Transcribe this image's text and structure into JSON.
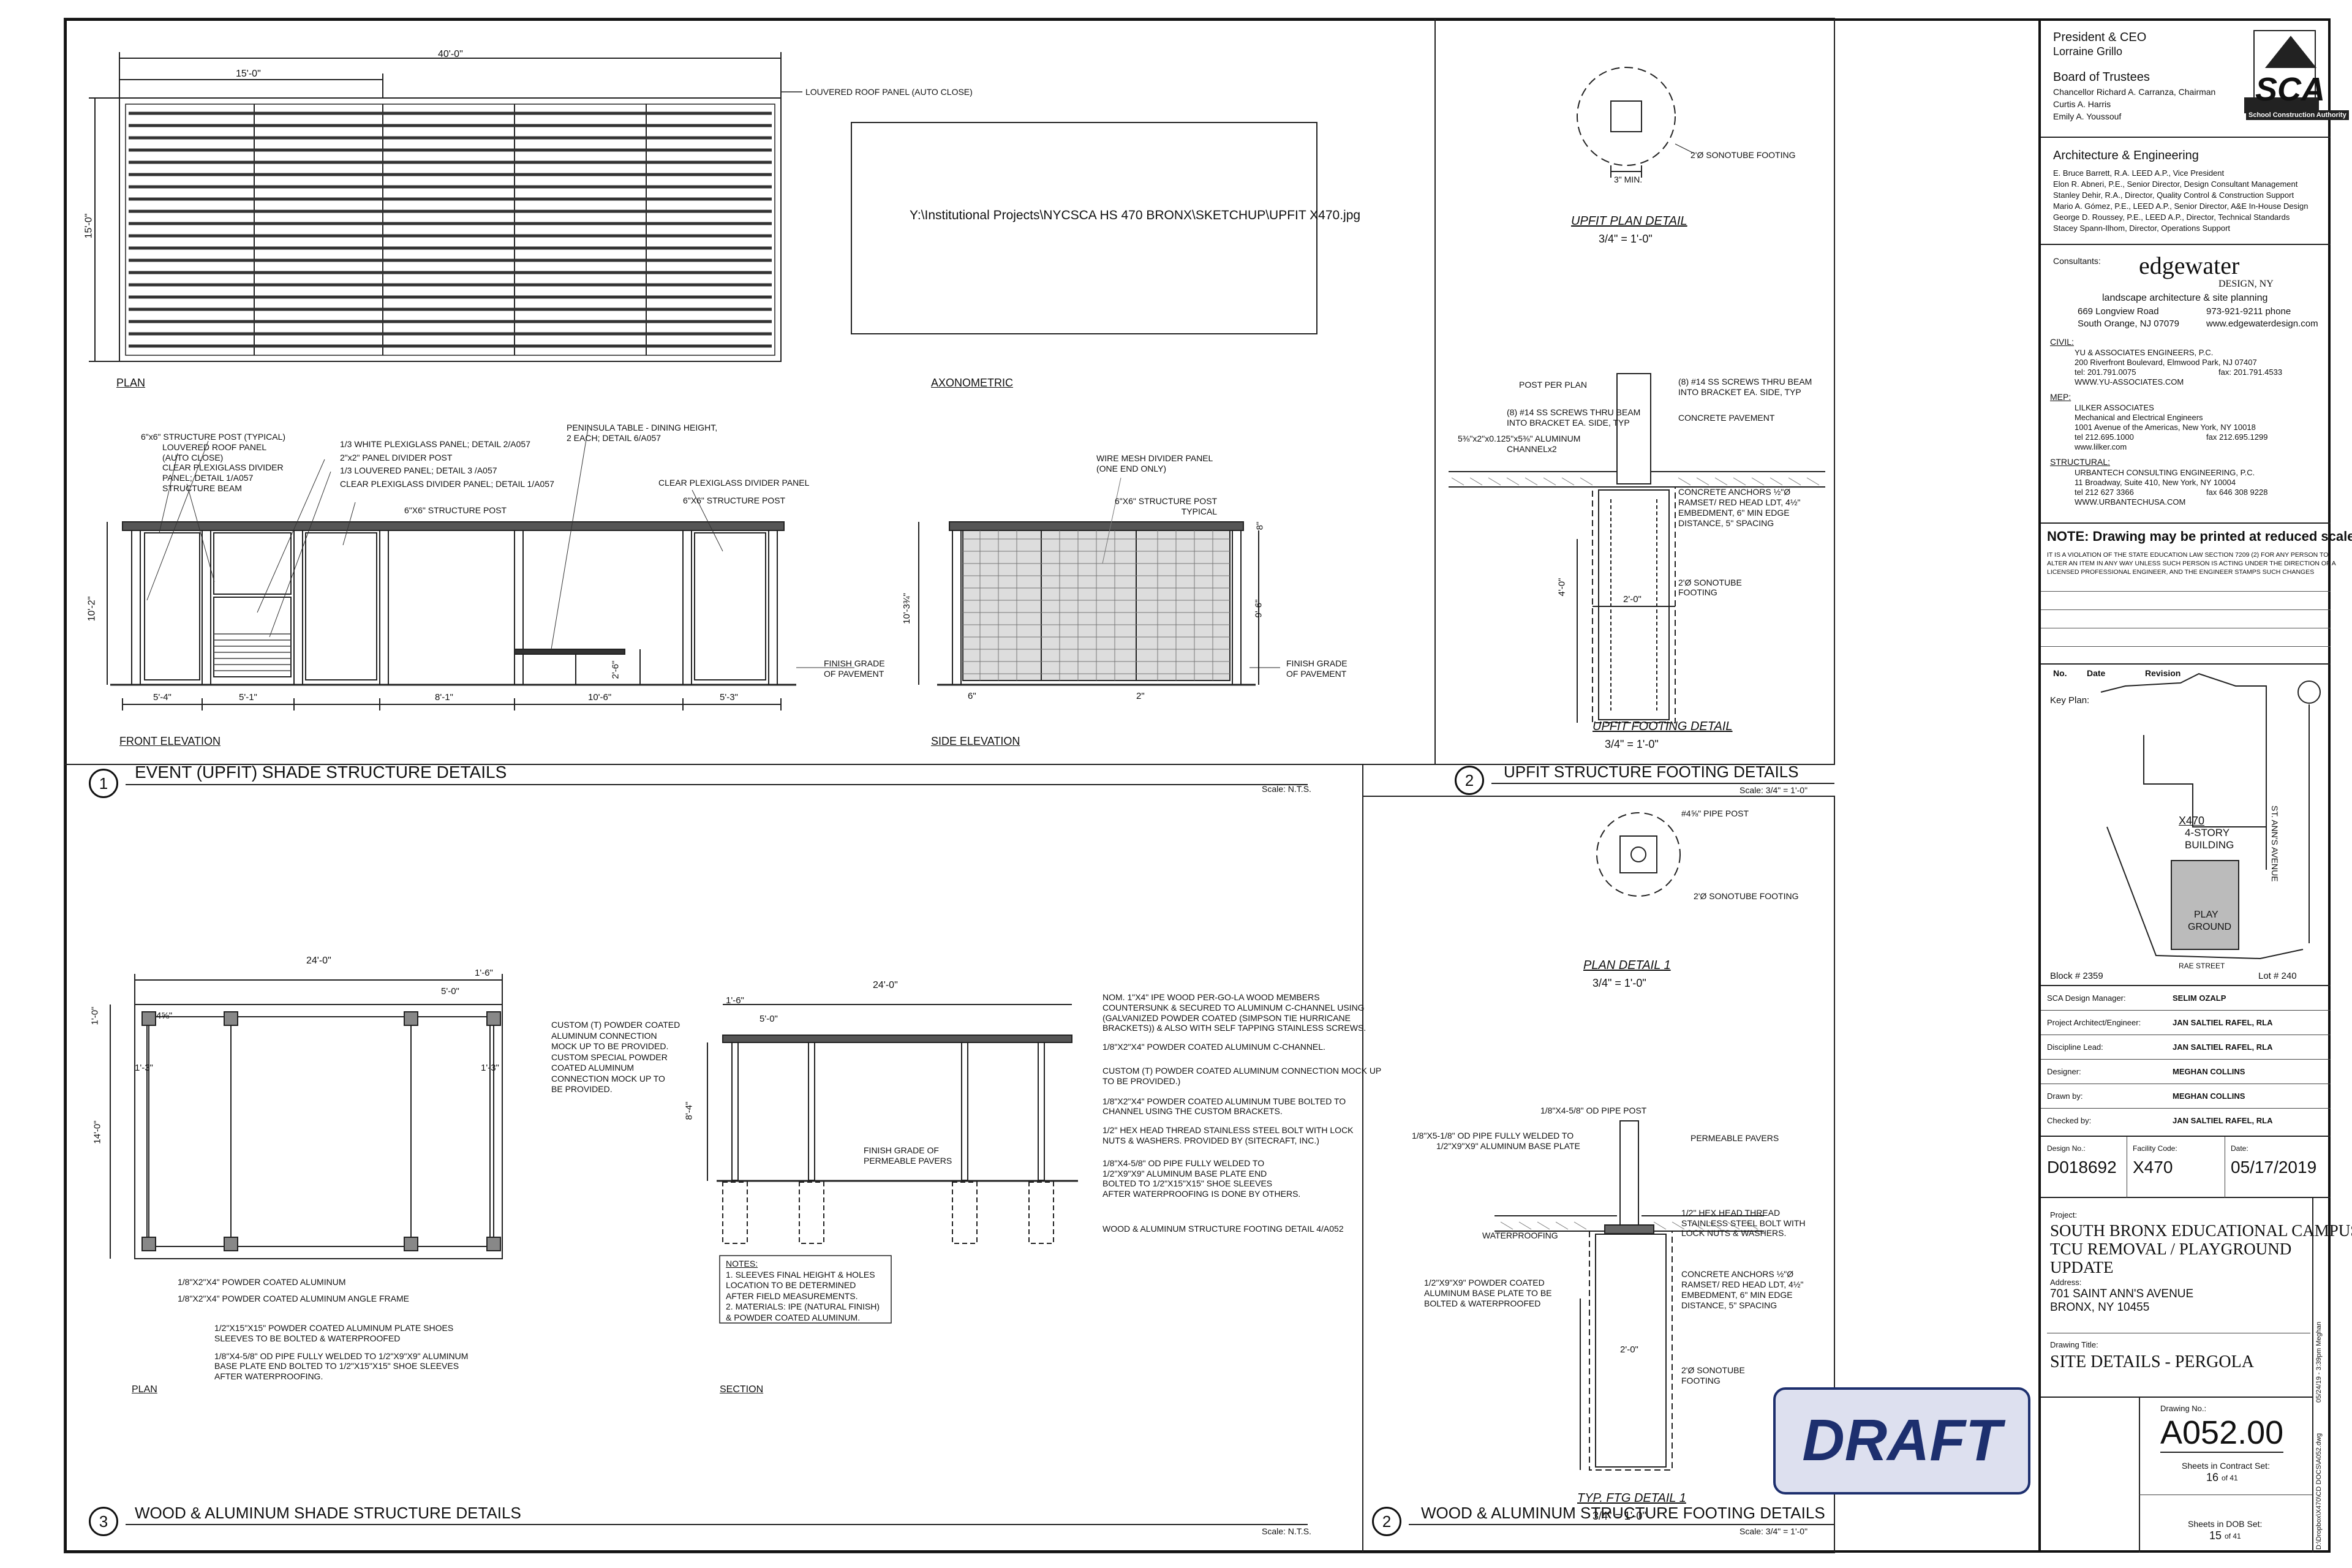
{
  "panels": {
    "p1": {
      "number": "1",
      "title": "EVENT (UPFIT) SHADE STRUCTURE DETAILS",
      "scale": "Scale: N.T.S.",
      "plan_caption": "PLAN",
      "axo_caption": "AXONOMETRIC",
      "axo_path": "Y:\\Institutional Projects\\NYCSCA HS 470 BRONX\\SKETCHUP\\UPFIT X470.jpg",
      "front_caption": "FRONT ELEVATION",
      "side_caption": "SIDE ELEVATION",
      "dims": {
        "overall": "40'-0\"",
        "bay": "15'-0\"",
        "depth": "15'-0\"",
        "height": "10'-2\"",
        "h2": "2'-6\"",
        "f1": "5'-4\"",
        "f2": "5'-1\"",
        "f3": "8'-1\"",
        "f4": "10'-6\"",
        "f5": "5'-3\"",
        "side_h": "10'-3¾\"",
        "side_h2": "9'-6\"",
        "side_t": "8\"",
        "s1": "6\"",
        "s2": "2\""
      },
      "notes_plan": [
        "LOUVERED ROOF PANEL (AUTO CLOSE)"
      ],
      "notes_front": [
        "6\"x6\" STRUCTURE POST (TYPICAL)",
        "LOUVERED ROOF PANEL",
        "(AUTO CLOSE)",
        "CLEAR PLEXIGLASS DIVIDER",
        "PANEL; DETAIL 1/A057",
        "STRUCTURE BEAM"
      ],
      "notes_front2": [
        "1/3 WHITE PLEXIGLASS PANEL; DETAIL 2/A057",
        "2\"x2\" PANEL DIVIDER POST",
        "1/3 LOUVERED PANEL; DETAIL 3 /A057",
        "CLEAR PLEXIGLASS DIVIDER PANEL; DETAIL 1/A057"
      ],
      "note_post": "6\"X6\" STRUCTURE POST",
      "notes_table": [
        "PENINSULA TABLE - DINING HEIGHT,",
        "2 EACH; DETAIL 6/A057"
      ],
      "notes_right": [
        "CLEAR PLEXIGLASS DIVIDER PANEL",
        "6\"X6\" STRUCTURE POST"
      ],
      "finish": [
        "FINISH GRADE",
        "OF PAVEMENT"
      ],
      "notes_side": [
        "WIRE MESH DIVIDER PANEL",
        "(ONE END ONLY)"
      ],
      "note_side_post": [
        "6\"X6\" STRUCTURE POST",
        "TYPICAL"
      ]
    },
    "p2": {
      "number": "2",
      "title": "UPFIT STRUCTURE FOOTING DETAILS",
      "scale": "Scale: 3/4\" = 1'-0\"",
      "plan_caption": "UPFIT PLAN DETAIL",
      "plan_scale": "3/4\" = 1'-0\"",
      "plan_note": "2'Ø SONOTUBE FOOTING",
      "plan_dim": "3\" MIN.",
      "footing_caption": "UPFIT FOOTING DETAIL",
      "footing_scale": "3/4\" = 1'-0\"",
      "notes_left": [
        "POST PER PLAN",
        "(8) #14 SS SCREWS THRU BEAM",
        "INTO BRACKET EA. SIDE, TYP",
        "5⅜\"x2\"x0.125\"x5⅜\" ALUMINUM",
        "CHANNELx2"
      ],
      "notes_right": [
        "(8) #14 SS SCREWS THRU BEAM",
        "INTO BRACKET EA. SIDE, TYP",
        "CONCRETE PAVEMENT",
        "CONCRETE ANCHORS ½\"Ø",
        "RAMSET/ RED HEAD LDT, 4½\"",
        "EMBEDMENT, 6\" MIN EDGE",
        "DISTANCE, 5\" SPACING",
        "2'Ø SONOTUBE",
        "FOOTING"
      ],
      "dims": {
        "depth": "4'-0\"",
        "width": "2'-0\""
      }
    },
    "p3": {
      "number": "3",
      "title": "WOOD & ALUMINUM SHADE STRUCTURE DETAILS",
      "scale": "Scale: N.T.S.",
      "plan_caption": "PLAN",
      "section_caption": "SECTION",
      "dims": {
        "w": "24'-0\"",
        "a": "1'-6\"",
        "b": "5'-0\"",
        "c": "1'-0\"",
        "d": "1'-3\"",
        "e": "14'-0\"",
        "f": "8'-4\"",
        "g": "4⅝\""
      },
      "notes_plan_right": [
        "CUSTOM (T) POWDER COATED",
        "ALUMINUM CONNECTION",
        "MOCK UP TO BE PROVIDED.",
        "CUSTOM SPECIAL POWDER",
        "COATED ALUMINUM",
        "CONNECTION MOCK UP TO",
        "BE PROVIDED."
      ],
      "notes_plan_bottom": [
        "1/8\"X2\"X4\" POWDER COATED ALUMINUM",
        "1/8\"X2\"X4\" POWDER COATED ALUMINUM ANGLE FRAME"
      ],
      "notes_plan_bottom2": [
        "1/2\"X15\"X15\" POWDER COATED ALUMINUM PLATE SHOES",
        "SLEEVES TO BE BOLTED & WATERPROOFED",
        "1/8\"X4-5/8\" OD PIPE FULLY WELDED TO 1/2\"X9\"X9\" ALUMINUM",
        "BASE PLATE END BOLTED TO 1/2\"X15\"X15\" SHOE SLEEVES",
        "AFTER WATERPROOFING."
      ],
      "notes_section": [
        "NOM. 1\"X4\" IPE WOOD PER-GO-LA WOOD MEMBERS",
        "COUNTERSUNK & SECURED TO ALUMINUM C-CHANNEL USING",
        "(GALVANIZED POWDER COATED (SIMPSON TIE  HURRICANE",
        "BRACKETS)) & ALSO WITH SELF TAPPING STAINLESS SCREWS.",
        "1/8\"X2\"X4\" POWDER COATED ALUMINUM C-CHANNEL.",
        "CUSTOM (T) POWDER COATED ALUMINUM CONNECTION MOCK UP",
        "TO BE PROVIDED.)",
        "1/8\"X2\"X4\" POWDER COATED ALUMINUM TUBE BOLTED  TO",
        "CHANNEL USING THE CUSTOM BRACKETS.",
        "1/2\" HEX HEAD THREAD STAINLESS STEEL BOLT WITH LOCK",
        "NUTS & WASHERS. PROVIDED BY (SITECRAFT, INC.)",
        "1/8\"X4-5/8\" OD PIPE FULLY WELDED TO",
        "1/2\"X9\"X9\" ALUMINUM BASE PLATE END",
        "BOLTED TO 1/2\"X15\"X15\" SHOE SLEEVES",
        "AFTER WATERPROOFING IS DONE BY OTHERS.",
        "WOOD & ALUMINUM STRUCTURE FOOTING DETAIL 4/A052"
      ],
      "finish": [
        "FINISH GRADE OF",
        "PERMEABLE PAVERS"
      ],
      "notes_box": [
        "NOTES:",
        "1.  SLEEVES FINAL HEIGHT & HOLES",
        "     LOCATION TO BE DETERMINED",
        "     AFTER FIELD MEASUREMENTS.",
        "2.  MATERIALS: IPE (NATURAL FINISH)",
        "     & POWDER COATED ALUMINUM."
      ]
    },
    "p4": {
      "number": "2",
      "title": "WOOD & ALUMINUM STRUCTURE FOOTING DETAILS",
      "scale": "Scale: 3/4\" = 1'-0\"",
      "plan_caption": "PLAN DETAIL 1",
      "plan_scale": "3/4\" = 1'-0\"",
      "plan_notes": [
        "#4⅝\" PIPE POST",
        "2'Ø SONOTUBE FOOTING"
      ],
      "ftg_caption": "TYP. FTG DETAIL 1",
      "ftg_scale": "3/4\" = 1'-0\"",
      "notes_left": [
        "1/8\"X4-5/8\" OD PIPE POST",
        "1/8\"X5-1/8\" OD PIPE FULLY WELDED TO",
        "1/2\"X9\"X9\" ALUMINUM BASE PLATE",
        "WATERPROOFING",
        "1/2\"X9\"X9\" POWDER COATED",
        "ALUMINUM BASE PLATE TO BE",
        "BOLTED & WATERPROOFED"
      ],
      "notes_right": [
        "PERMEABLE PAVERS",
        "1/2\" HEX HEAD THREAD",
        "STAINLESS STEEL BOLT WITH",
        "LOCK NUTS & WASHERS.",
        "CONCRETE ANCHORS ½\"Ø",
        "RAMSET/ RED HEAD LDT, 4½\"",
        "EMBEDMENT, 6\" MIN EDGE",
        "DISTANCE, 5\" SPACING",
        "2'Ø SONOTUBE",
        "FOOTING"
      ],
      "dims": {
        "width": "2'-0\""
      }
    }
  },
  "draft_label": "DRAFT",
  "titleblock": {
    "president_label": "President & CEO",
    "president": "Lorraine Grillo",
    "board_label": "Board of Trustees",
    "board": [
      "Chancellor Richard A. Carranza, Chairman",
      "Curtis A. Harris",
      "Emily A. Youssouf"
    ],
    "sca_logo": "SCA",
    "sca_sub": "School Construction Authority",
    "ae_label": "Architecture & Engineering",
    "ae": [
      "E. Bruce Barrett, R.A. LEED A.P., Vice President",
      "Elon R. Abneri, P.E., Senior Director, Design Consultant Management",
      "Stanley Dehir, R.A., Director, Quality Control & Construction Support",
      "Mario A. Gómez, P.E., LEED A.P., Senior Director, A&E In-House Design",
      "George D. Roussey, P.E., LEED A.P., Director, Technical Standards",
      "Stacey Spann-Ilhom, Director, Operations Support"
    ],
    "consultants_label": "Consultants:",
    "edgewater": "edgewater",
    "edgewater_sub": "DESIGN, NY",
    "edgewater_tag": "landscape architecture & site planning",
    "edgewater_addr": [
      "669 Longview Road",
      "South Orange, NJ 07079"
    ],
    "edgewater_contact": [
      "973-921-9211 phone",
      "www.edgewaterdesign.com"
    ],
    "civil_label": "CIVIL:",
    "civil": [
      "YU & ASSOCIATES ENGINEERS, P.C.",
      "200 Riverfront Boulevard, Elmwood Park, NJ 07407",
      "tel: 201.791.0075",
      "WWW.YU-ASSOCIATES.COM"
    ],
    "civil_fax": "fax: 201.791.4533",
    "mep_label": "MEP:",
    "mep": [
      "LILKER ASSOCIATES",
      "Mechanical and Electrical Engineers",
      "1001 Avenue of the Americas, New York, NY 10018",
      "tel  212.695.1000",
      "www.lilker.com"
    ],
    "mep_fax": "fax 212.695.1299",
    "struct_label": "STRUCTURAL:",
    "struct": [
      "URBANTECH CONSULTING ENGINEERING, P.C.",
      "11 Broadway, Suite 410, New York, NY 10004",
      "tel  212 627 3366",
      "WWW.URBANTECHUSA.COM"
    ],
    "struct_fax": "fax  646 308 9228",
    "note_bold": "NOTE: Drawing may be printed at reduced scale",
    "legal": [
      "IT IS A VIOLATION OF THE STATE EDUCATION LAW SECTION 7209 (2) FOR ANY PERSON TO",
      "ALTER AN ITEM IN ANY WAY UNLESS SUCH PERSON IS ACTING UNDER THE DIRECTION OF A",
      "LICENSED PROFESSIONAL ENGINEER, AND THE ENGINEER STAMPS SUCH CHANGES"
    ],
    "rev_no": "No.",
    "rev_date": "Date",
    "rev_label": "Revision",
    "keyplan_label": "Key Plan:",
    "key_x470": "X470",
    "key_bldg": [
      "4-STORY",
      "BUILDING"
    ],
    "key_play": [
      "PLAY",
      "GROUND"
    ],
    "key_street": "ST. ANN'S AVENUE",
    "key_rae": "RAE STREET",
    "block": "Block # 2359",
    "lot": "Lot # 240",
    "roles": [
      {
        "label": "SCA Design Manager:",
        "value": "SELIM OZALP"
      },
      {
        "label": "Project Architect/Engineer:",
        "value": "JAN SALTIEL RAFEL, RLA"
      },
      {
        "label": "Discipline Lead:",
        "value": "JAN SALTIEL RAFEL, RLA"
      },
      {
        "label": "Designer:",
        "value": "MEGHAN COLLINS"
      },
      {
        "label": "Drawn by:",
        "value": "MEGHAN COLLINS"
      },
      {
        "label": "Checked by:",
        "value": "JAN SALTIEL RAFEL, RLA"
      }
    ],
    "design_no_label": "Design No.:",
    "design_no": "D018692",
    "facility_label": "Facility Code:",
    "facility": "X470",
    "date_label": "Date:",
    "date": "05/17/2019",
    "project_label": "Project:",
    "project": [
      "SOUTH BRONX EDUCATIONAL CAMPUS",
      "TCU REMOVAL / PLAYGROUND",
      "UPDATE"
    ],
    "address_label": "Address:",
    "address": [
      "701 SAINT ANN'S AVENUE",
      "BRONX, NY 10455"
    ],
    "drawing_title_label": "Drawing Title:",
    "drawing_title": "SITE DETAILS - PERGOLA",
    "drawing_no_label": "Drawing No.:",
    "drawing_no": "A052.00",
    "contract_label": "Sheets in Contract Set:",
    "contract_sheet": "16",
    "contract_of": "of 41",
    "dob_label": "Sheets in DOB Set:",
    "dob_sheet": "15",
    "dob_of": "of 41",
    "side_stamp": "05/24/19 - 3:39pm  Meghan",
    "side_path": "D:\\Dropbox\\X470\\CD DOCS\\A052.dwg"
  }
}
